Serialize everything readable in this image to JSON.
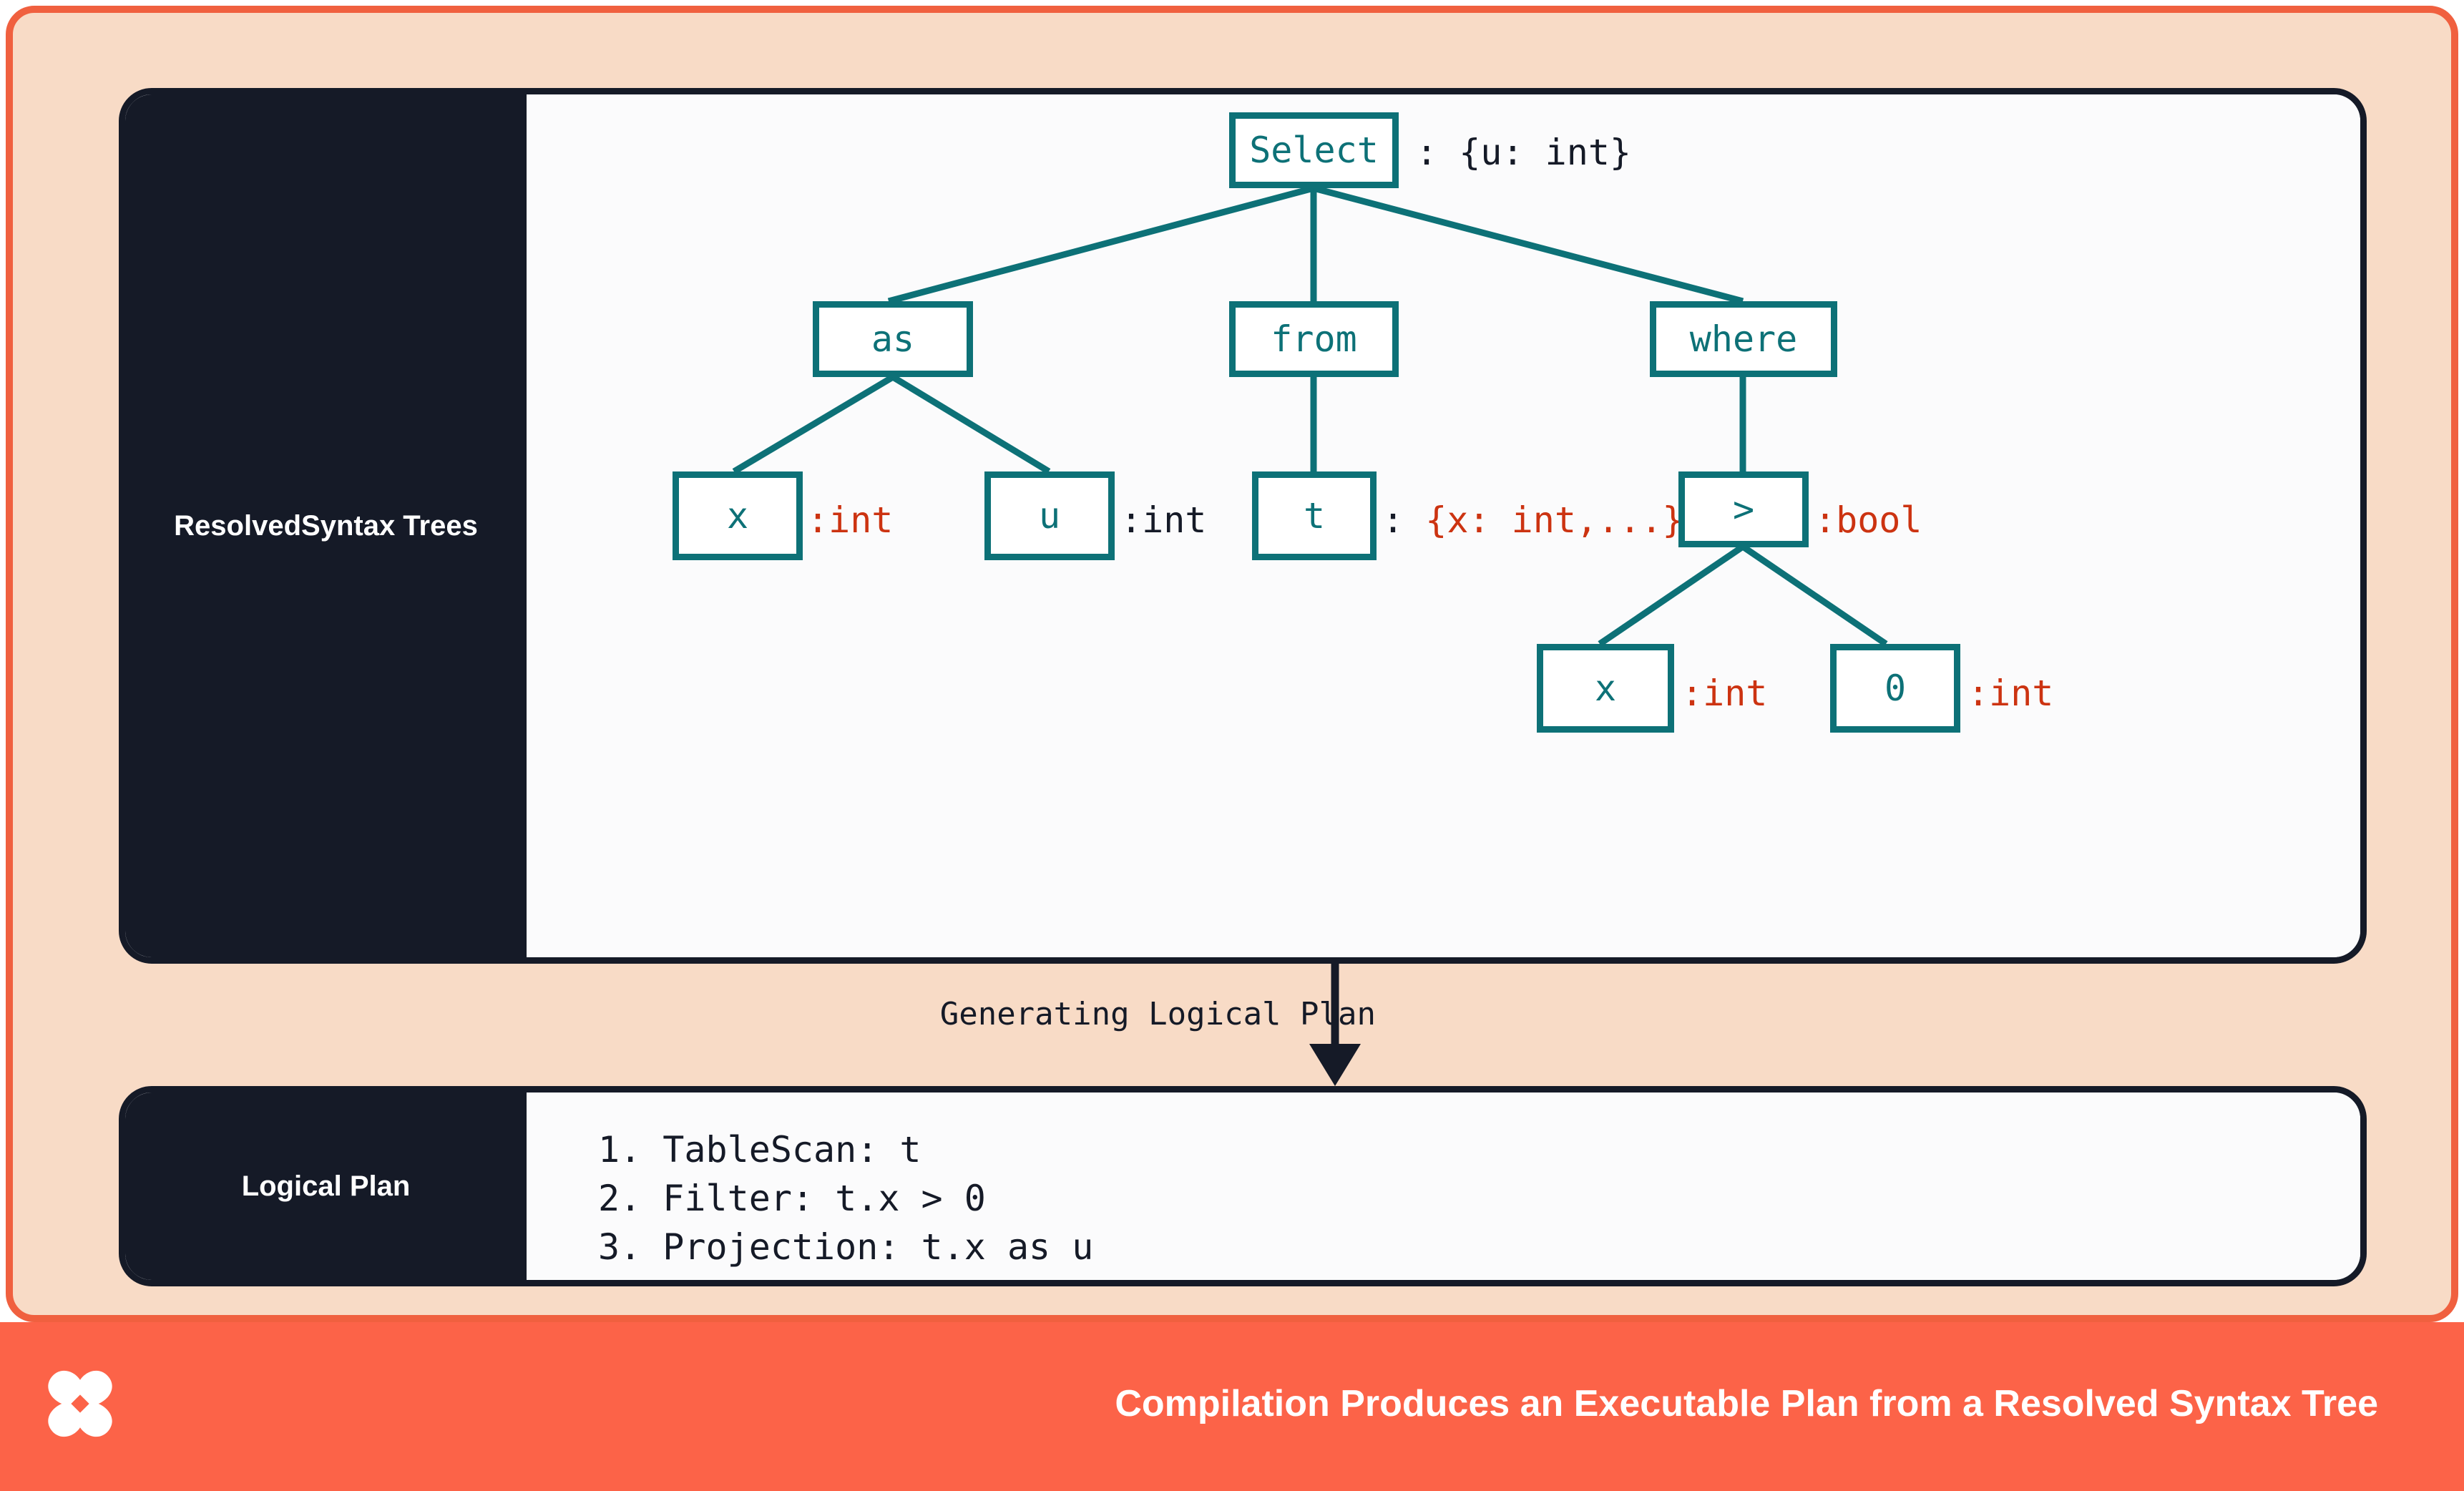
{
  "theme": {
    "frame_border": "#F0603F",
    "panel_bg": "#F8DBC6",
    "card_border": "#151A27",
    "card_bg": "#FBFBFC",
    "node_teal": "#0D7177",
    "annotation_red": "#CC3311",
    "ink": "#151A27",
    "footer_bg": "#FC6348"
  },
  "trees_section": {
    "label": "Resolved\nSyntax Trees",
    "label_line1": "Resolved",
    "label_line2": "Syntax Trees",
    "nodes": {
      "select": {
        "text": "Select",
        "annotation": ": {u: int}",
        "annotation_color": "ink"
      },
      "as": {
        "text": "as",
        "annotation": "",
        "annotation_color": "none"
      },
      "from": {
        "text": "from",
        "annotation": "",
        "annotation_color": "none"
      },
      "where": {
        "text": "where",
        "annotation": "",
        "annotation_color": "none"
      },
      "as_x": {
        "text": "x",
        "annotation": ":int",
        "annotation_color": "red"
      },
      "as_u": {
        "text": "u",
        "annotation": ":int",
        "annotation_color": "ink"
      },
      "from_t": {
        "text": "t",
        "annotation_colon": ": ",
        "annotation": "{x: int,...}",
        "annotation_color": "red"
      },
      "gt": {
        "text": ">",
        "annotation": ":bool",
        "annotation_color": "red"
      },
      "gt_x": {
        "text": "x",
        "annotation": ":int",
        "annotation_color": "red"
      },
      "gt_0": {
        "text": "0",
        "annotation": ":int",
        "annotation_color": "red"
      }
    }
  },
  "connector": {
    "label": "Generating Logical Plan"
  },
  "plan_section": {
    "label": "Logical Plan",
    "steps": [
      "1. TableScan: t",
      "2. Filter: t.x > 0",
      "3. Projection: t.x as u"
    ],
    "steps_text": "1. TableScan: t\n2. Filter: t.x > 0\n3. Projection: t.x as u"
  },
  "footer": {
    "caption": "Compilation Produces an Executable Plan from a Resolved Syntax Tree",
    "logo": "x-mark-logo"
  }
}
